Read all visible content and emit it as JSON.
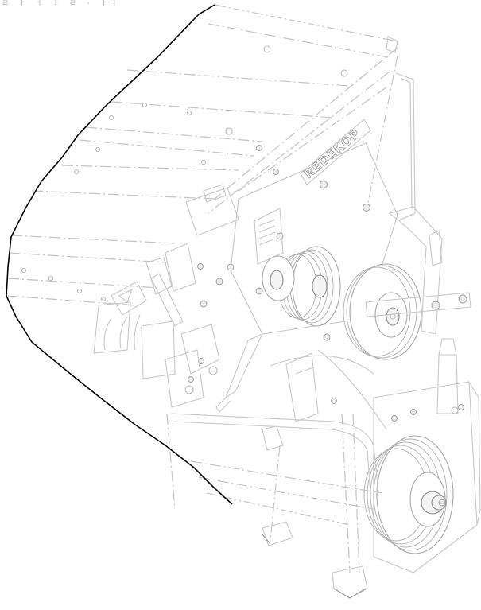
{
  "diagram": {
    "brand_label": "REDEKOP",
    "corner_mark": "ㄹ ㅏ ㅓ ㅏ ㄹ · ㅏㅓ",
    "colors": {
      "background": "#ffffff",
      "highlight_outline": "#000000",
      "ghost_lines": "#c4c4c4"
    },
    "highlighted_part": "side-panel-outline"
  }
}
